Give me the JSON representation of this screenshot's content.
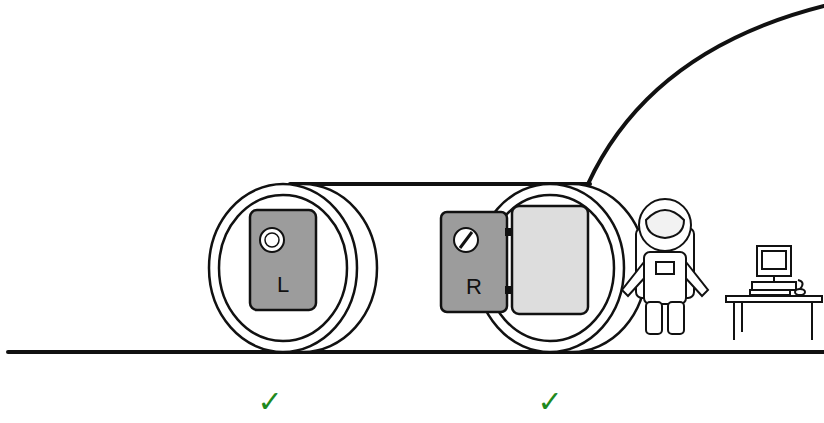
{
  "diagram": {
    "nodes": [
      {
        "text": [
          "L"
        ]
      },
      {
        "text": [
          "R"
        ]
      }
    ],
    "labels": [
      "✓",
      "✓"
    ]
  }
}
